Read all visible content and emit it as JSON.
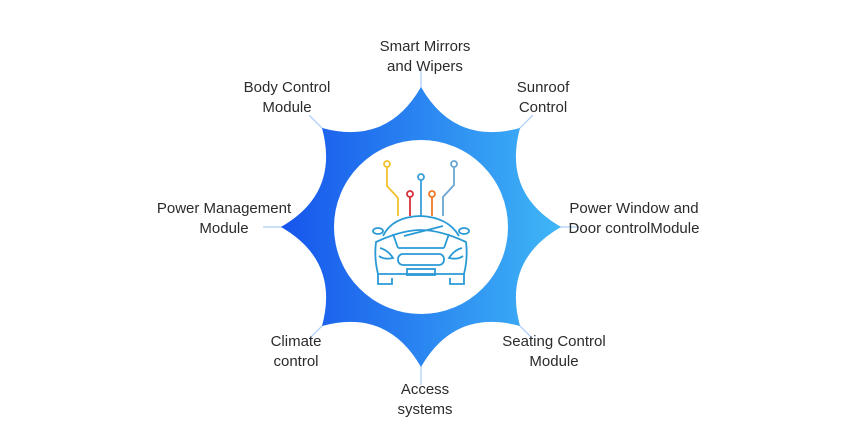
{
  "diagram": {
    "center_icon": "car-circuit-icon",
    "colors": {
      "gradient_start": "#1655ec",
      "gradient_end": "#3fb6f6",
      "circuit": [
        "#f2c12e",
        "#d6303a",
        "#3aa0d8",
        "#ef7b2c",
        "#5aa7d8"
      ]
    },
    "labels": [
      {
        "line1": "Smart Mirrors",
        "line2": "and Wipers"
      },
      {
        "line1": "Sunroof",
        "line2": "Control"
      },
      {
        "line1": "Power Window and",
        "line2": "Door controlModule"
      },
      {
        "line1": "Seating Control",
        "line2": "Module"
      },
      {
        "line1": "Access",
        "line2": "systems"
      },
      {
        "line1": "Climate",
        "line2": "control"
      },
      {
        "line1": "Power Management",
        "line2": "Module"
      },
      {
        "line1": "Body Control",
        "line2": "Module"
      }
    ]
  }
}
